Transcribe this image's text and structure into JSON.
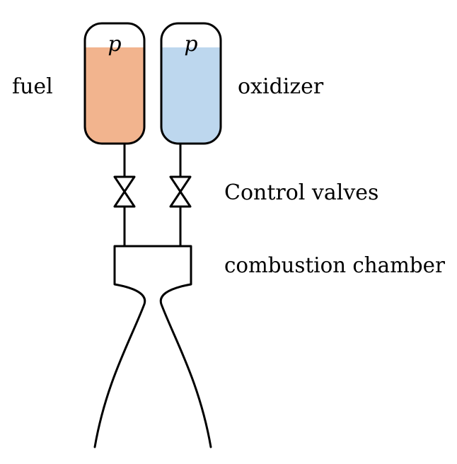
{
  "labels": {
    "fuel": "fuel",
    "oxidizer": "oxidizer",
    "valves": "Control valves",
    "chamber": "combustion chamber"
  },
  "tanks": {
    "fuel": {
      "pressure_symbol": "p",
      "fill_color": "#f2b48e",
      "fill_level": 0.8
    },
    "oxidizer": {
      "pressure_symbol": "p",
      "fill_color": "#bdd7ee",
      "fill_level": 0.8
    }
  }
}
